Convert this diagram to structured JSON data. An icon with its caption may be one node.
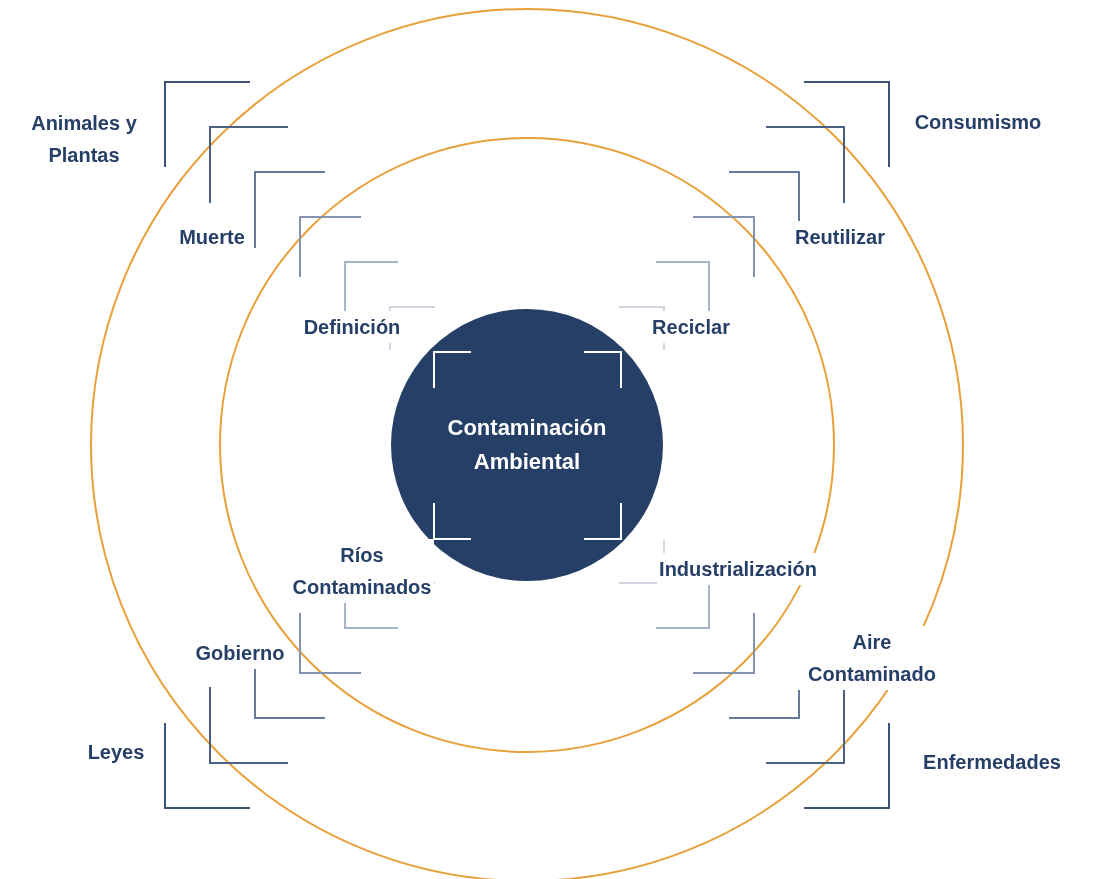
{
  "diagram": {
    "nodes": [
      {
        "text": [],
        "shape": "circle"
      },
      {
        "text": [],
        "shape": "circle",
        "in": 0
      },
      {
        "text": [
          "Contaminación Ambiental"
        ],
        "in": 1
      }
    ],
    "labels": [
      "Animales y Plantas",
      "Consumismo",
      "Muerte",
      "Reutilizar",
      "Definición",
      "Reciclar",
      "Ríos Contaminados",
      "Industrialización",
      "Gobierno",
      "Aire Contaminado",
      "Leyes",
      "Enfermedades"
    ]
  }
}
